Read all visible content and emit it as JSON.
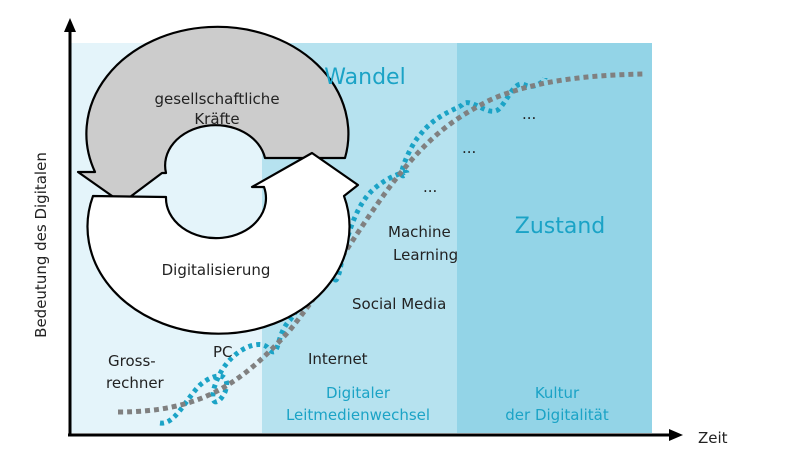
{
  "axes": {
    "y_label": "Bedeutung des Digitalen",
    "x_label": "Zeit"
  },
  "phases": {
    "wandel": "Wandel",
    "zustand": "Zustand",
    "digitaler_1": "Digitaler",
    "digitaler_2": "Leitmedienwechsel",
    "kultur_1": "Kultur",
    "kultur_2": "der Digitalität"
  },
  "cycle": {
    "top_1": "gesellschaftliche",
    "top_2": "Kräfte",
    "bottom": "Digitalisierung"
  },
  "milestones": {
    "gross_1": "Gross-",
    "gross_2": "rechner",
    "pc": "PC",
    "internet": "Internet",
    "social_media": "Social Media",
    "ml_1": "Machine",
    "ml_2": "Learning",
    "ellipsis_1": "...",
    "ellipsis_2": "...",
    "ellipsis_3": "..."
  },
  "colors": {
    "band_light": "#e4f4fa",
    "band_mid": "#b6e2ef",
    "band_dark": "#93d4e7",
    "accent": "#1ba3c6",
    "curve_gray": "#808080",
    "arrow_gray": "#cccccc"
  }
}
